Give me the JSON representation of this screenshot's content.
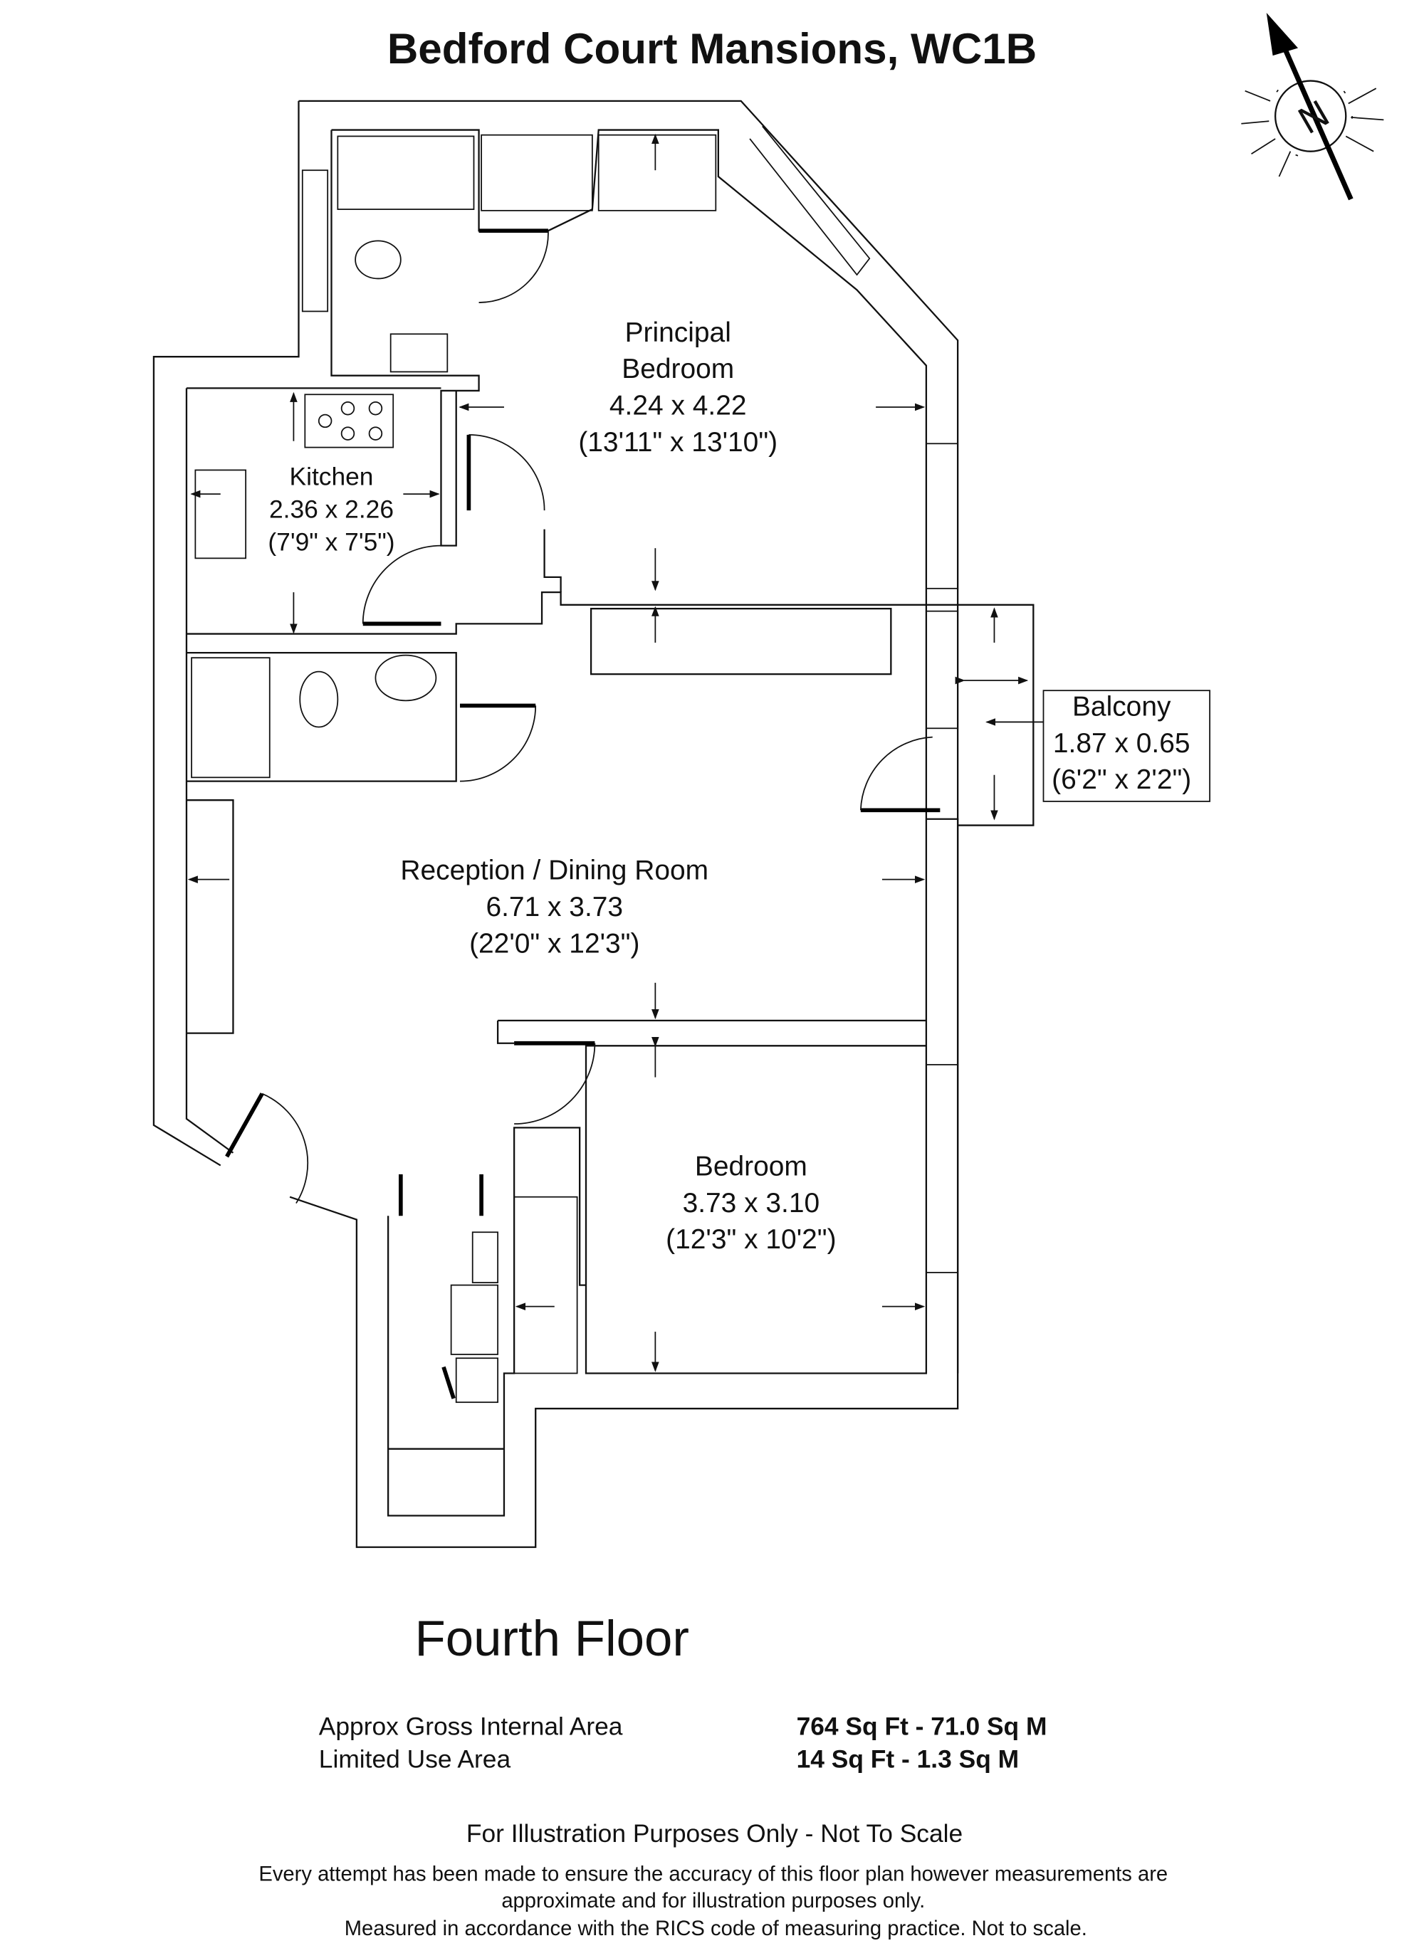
{
  "title": "Bedford Court Mansions, WC1B",
  "compass": {
    "label": "N",
    "icon": "north-arrow-compass-icon"
  },
  "rooms": {
    "principal_bedroom": {
      "name_line1": "Principal",
      "name_line2": "Bedroom",
      "metric": "4.24 x 4.22",
      "imperial": "(13'11\" x 13'10\")"
    },
    "kitchen": {
      "name": "Kitchen",
      "metric": "2.36 x 2.26",
      "imperial": "(7'9\" x 7'5\")"
    },
    "balcony": {
      "name": "Balcony",
      "metric": "1.87 x 0.65",
      "imperial": "(6'2\" x 2'2\")"
    },
    "reception": {
      "name": "Reception / Dining Room",
      "metric": "6.71 x 3.73",
      "imperial": "(22'0\" x 12'3\")"
    },
    "bedroom": {
      "name": "Bedroom",
      "metric": "3.73 x 3.10",
      "imperial": "(12'3\" x 10'2\")"
    }
  },
  "floor_name": "Fourth Floor",
  "areas": [
    {
      "label": "Approx Gross Internal Area",
      "value": "764 Sq Ft - 71.0 Sq M"
    },
    {
      "label": "Limited Use Area",
      "value": "14 Sq Ft - 1.3 Sq M"
    }
  ],
  "notice": "For Illustration Purposes Only - Not To Scale",
  "disclaimer": [
    "Every attempt has been made to ensure the accuracy of this floor plan however measurements are",
    "approximate and for illustration purposes only.",
    "Measured in accordance with the RICS code of measuring practice. Not to scale."
  ]
}
